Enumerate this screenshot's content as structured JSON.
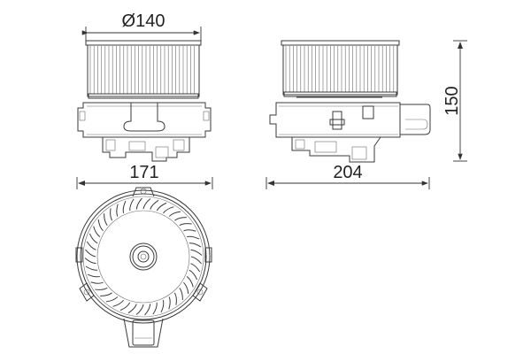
{
  "drawing": {
    "subject": "Blower motor technical drawing",
    "views": [
      "front-view",
      "side-view",
      "bottom-view"
    ],
    "dimensions": {
      "fan_diameter": {
        "label": "Ø140",
        "value": 140,
        "unit": "mm"
      },
      "front_width": {
        "label": "171",
        "value": 171,
        "unit": "mm"
      },
      "side_width": {
        "label": "204",
        "value": 204,
        "unit": "mm"
      },
      "height": {
        "label": "150",
        "value": 150,
        "unit": "mm"
      }
    }
  }
}
